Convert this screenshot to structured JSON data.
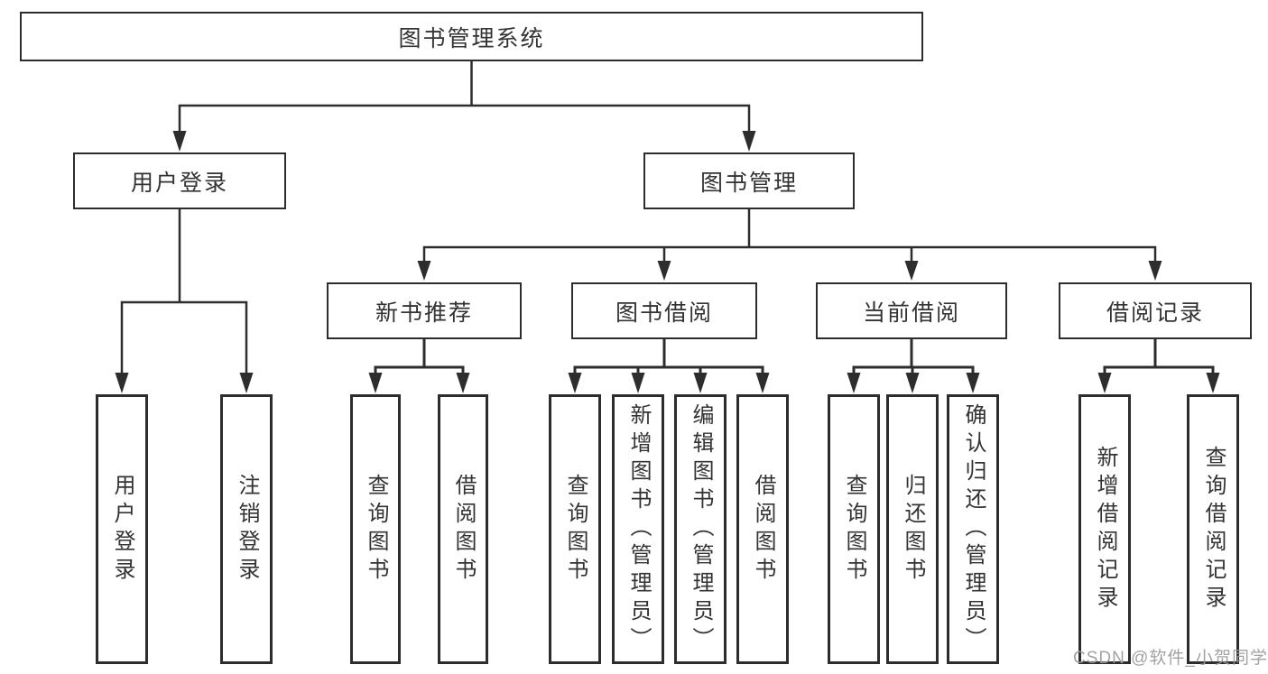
{
  "colors": {
    "background": "#ffffff",
    "line": "#2d2d2d",
    "text": "#333333",
    "watermark": "#9b9b9b"
  },
  "tree": {
    "root": {
      "label": "图书管理系统"
    },
    "branches": [
      {
        "label": "用户登录",
        "children": [
          {
            "label": "用户登录"
          },
          {
            "label": "注销登录"
          }
        ]
      },
      {
        "label": "图书管理",
        "children": [
          {
            "label": "新书推荐",
            "children": [
              {
                "label": "查询图书"
              },
              {
                "label": "借阅图书"
              }
            ]
          },
          {
            "label": "图书借阅",
            "children": [
              {
                "label": "查询图书"
              },
              {
                "label": "新增图书（管理员）"
              },
              {
                "label": "编辑图书（管理员）"
              },
              {
                "label": "借阅图书"
              }
            ]
          },
          {
            "label": "当前借阅",
            "children": [
              {
                "label": "查询图书"
              },
              {
                "label": "归还图书"
              },
              {
                "label": "确认归还（管理员）"
              }
            ]
          },
          {
            "label": "借阅记录",
            "children": [
              {
                "label": "新增借阅记录"
              },
              {
                "label": "查询借阅记录"
              }
            ]
          }
        ]
      }
    ]
  },
  "watermark": {
    "text": "CSDN @软件_小贺同学"
  }
}
